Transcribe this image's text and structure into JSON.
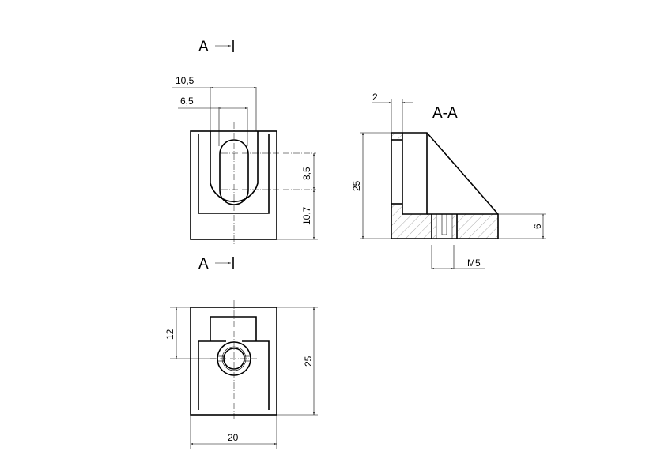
{
  "drawing": {
    "section_marker_top": "A",
    "section_marker_bottom": "A",
    "section_title": "A-A"
  },
  "dimensions": {
    "front_slot_outer_width": "10,5",
    "front_slot_inner_width": "6,5",
    "front_slot_height": "8,5",
    "front_slot_offset": "10,7",
    "section_wall_thickness": "2",
    "section_height": "25",
    "section_base_height": "6",
    "section_thread": "M5",
    "bottom_hole_offset": "12",
    "bottom_height": "25",
    "bottom_width": "20"
  },
  "colors": {
    "line": "#000000",
    "hatch": "#555555",
    "background": "#ffffff"
  }
}
